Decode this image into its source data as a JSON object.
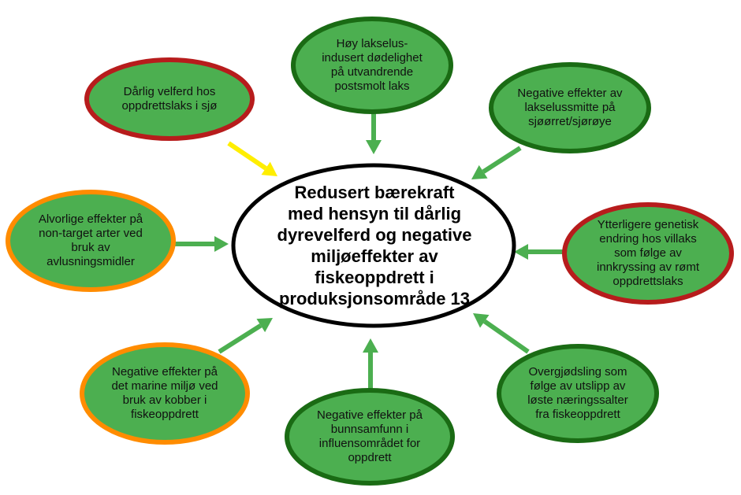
{
  "colors": {
    "fill_green": "#4caf50",
    "border_dark_green": "#1a6b14",
    "border_red": "#b71c1c",
    "border_orange": "#ff8c00",
    "arrow_green": "#4caf50",
    "arrow_yellow": "#ffee00",
    "center_fill": "#ffffff",
    "center_border": "#000000"
  },
  "center": {
    "text": "Redusert bærekraft\nmed hensyn til dårlig\ndyrevelferd og negative\nmiljøeffekter av\nfiskeoppdrett i\nproduksjonsområde 13"
  },
  "nodes": [
    {
      "id": "top",
      "text": "Høy lakselus-\nindusert dødelighet\npå utvandrende\npostsmolt laks",
      "border": "dark-green",
      "arrow": "green"
    },
    {
      "id": "top-right",
      "text": "Negative effekter av\nlakselussmitte på\nsjøørret/sjørøye",
      "border": "dark-green",
      "arrow": "green"
    },
    {
      "id": "right",
      "text": "Ytterligere genetisk\nendring hos villaks\nsom følge av\ninnkryssing av rømt\noppdrettslaks",
      "border": "red",
      "arrow": "green"
    },
    {
      "id": "bottom-right",
      "text": "Overgjødsling som\nfølge av utslipp av\nløste næringssalter\nfra fiskeoppdrett",
      "border": "dark-green",
      "arrow": "green"
    },
    {
      "id": "bottom",
      "text": "Negative effekter på\nbunnsamfunn i\ninfluensområdet for\noppdrett",
      "border": "dark-green",
      "arrow": "green"
    },
    {
      "id": "bottom-left",
      "text": "Negative effekter på\ndet marine miljø ved\nbruk av kobber i\nfiskeoppdrett",
      "border": "orange",
      "arrow": "green"
    },
    {
      "id": "left",
      "text": "Alvorlige effekter på\nnon-target arter ved\nbruk av\navlusningsmidler",
      "border": "orange",
      "arrow": "green"
    },
    {
      "id": "top-left",
      "text": "Dårlig velferd hos\noppdrettslaks i sjø",
      "border": "red",
      "arrow": "yellow"
    }
  ]
}
